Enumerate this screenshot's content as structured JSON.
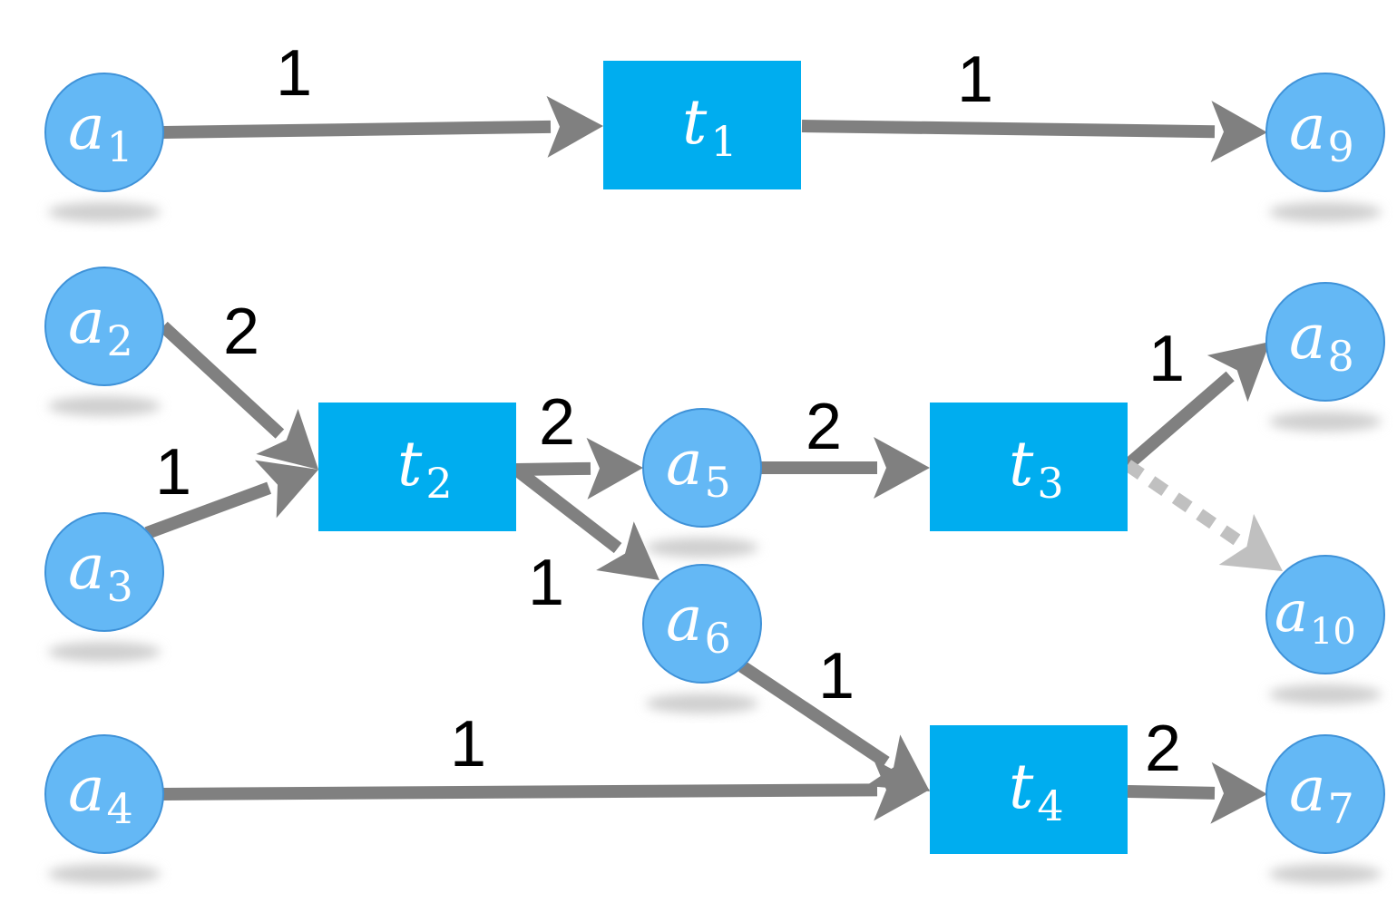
{
  "colors": {
    "place_fill": "#64b8f5",
    "place_stroke": "#3f92d8",
    "transition_fill": "#00adef",
    "arc": "#808080",
    "arc_dashed": "#c0c0c0",
    "label_text": "#ffffff",
    "weight_text": "#000000",
    "shadow": "#cfcfcf"
  },
  "places": [
    {
      "id": "a1",
      "base": "a",
      "sub": "1"
    },
    {
      "id": "a2",
      "base": "a",
      "sub": "2"
    },
    {
      "id": "a3",
      "base": "a",
      "sub": "3"
    },
    {
      "id": "a4",
      "base": "a",
      "sub": "4"
    },
    {
      "id": "a5",
      "base": "a",
      "sub": "5"
    },
    {
      "id": "a6",
      "base": "a",
      "sub": "6"
    },
    {
      "id": "a7",
      "base": "a",
      "sub": "7"
    },
    {
      "id": "a8",
      "base": "a",
      "sub": "8"
    },
    {
      "id": "a9",
      "base": "a",
      "sub": "9"
    },
    {
      "id": "a10",
      "base": "a",
      "sub": "10"
    }
  ],
  "transitions": [
    {
      "id": "t1",
      "base": "t",
      "sub": "1"
    },
    {
      "id": "t2",
      "base": "t",
      "sub": "2"
    },
    {
      "id": "t3",
      "base": "t",
      "sub": "3"
    },
    {
      "id": "t4",
      "base": "t",
      "sub": "4"
    }
  ],
  "arcs": [
    {
      "from": "a1",
      "to": "t1",
      "weight": "1",
      "style": "solid"
    },
    {
      "from": "t1",
      "to": "a9",
      "weight": "1",
      "style": "solid"
    },
    {
      "from": "a2",
      "to": "t2",
      "weight": "2",
      "style": "solid"
    },
    {
      "from": "a3",
      "to": "t2",
      "weight": "1",
      "style": "solid"
    },
    {
      "from": "t2",
      "to": "a5",
      "weight": "2",
      "style": "solid"
    },
    {
      "from": "t2",
      "to": "a6",
      "weight": "1",
      "style": "solid"
    },
    {
      "from": "a5",
      "to": "t3",
      "weight": "2",
      "style": "solid"
    },
    {
      "from": "t3",
      "to": "a8",
      "weight": "1",
      "style": "solid"
    },
    {
      "from": "t3",
      "to": "a10",
      "weight": "",
      "style": "dashed"
    },
    {
      "from": "a6",
      "to": "t4",
      "weight": "1",
      "style": "solid"
    },
    {
      "from": "a4",
      "to": "t4",
      "weight": "1",
      "style": "solid"
    },
    {
      "from": "t4",
      "to": "a7",
      "weight": "2",
      "style": "solid"
    }
  ]
}
